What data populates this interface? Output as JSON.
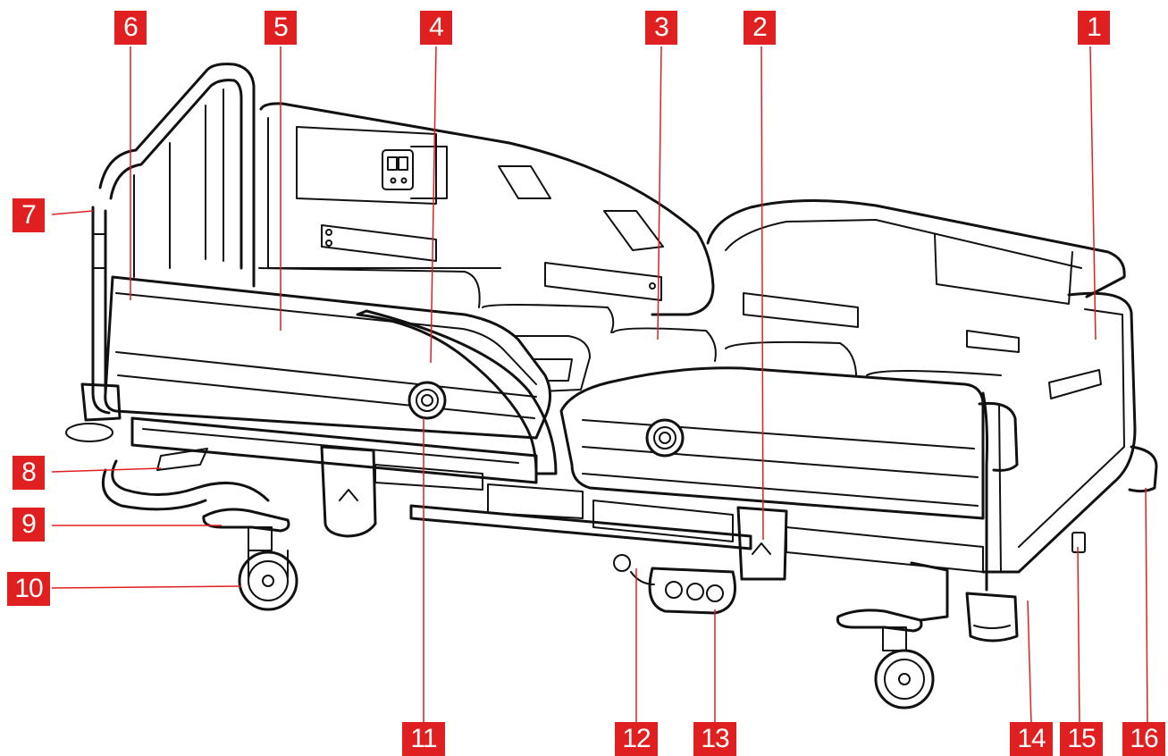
{
  "colors": {
    "badge": "#e02020",
    "leader": "#e02020",
    "line": "#111111",
    "background": "#ffffff"
  },
  "callouts": [
    {
      "id": "c1",
      "label": "1"
    },
    {
      "id": "c2",
      "label": "2"
    },
    {
      "id": "c3",
      "label": "3"
    },
    {
      "id": "c4",
      "label": "4"
    },
    {
      "id": "c5",
      "label": "5"
    },
    {
      "id": "c6",
      "label": "6"
    },
    {
      "id": "c7",
      "label": "7"
    },
    {
      "id": "c8",
      "label": "8"
    },
    {
      "id": "c9",
      "label": "9"
    },
    {
      "id": "c10",
      "label": "10"
    },
    {
      "id": "c11",
      "label": "11"
    },
    {
      "id": "c12",
      "label": "12"
    },
    {
      "id": "c13",
      "label": "13"
    },
    {
      "id": "c14",
      "label": "14"
    },
    {
      "id": "c15",
      "label": "15"
    },
    {
      "id": "c16",
      "label": "16"
    }
  ]
}
